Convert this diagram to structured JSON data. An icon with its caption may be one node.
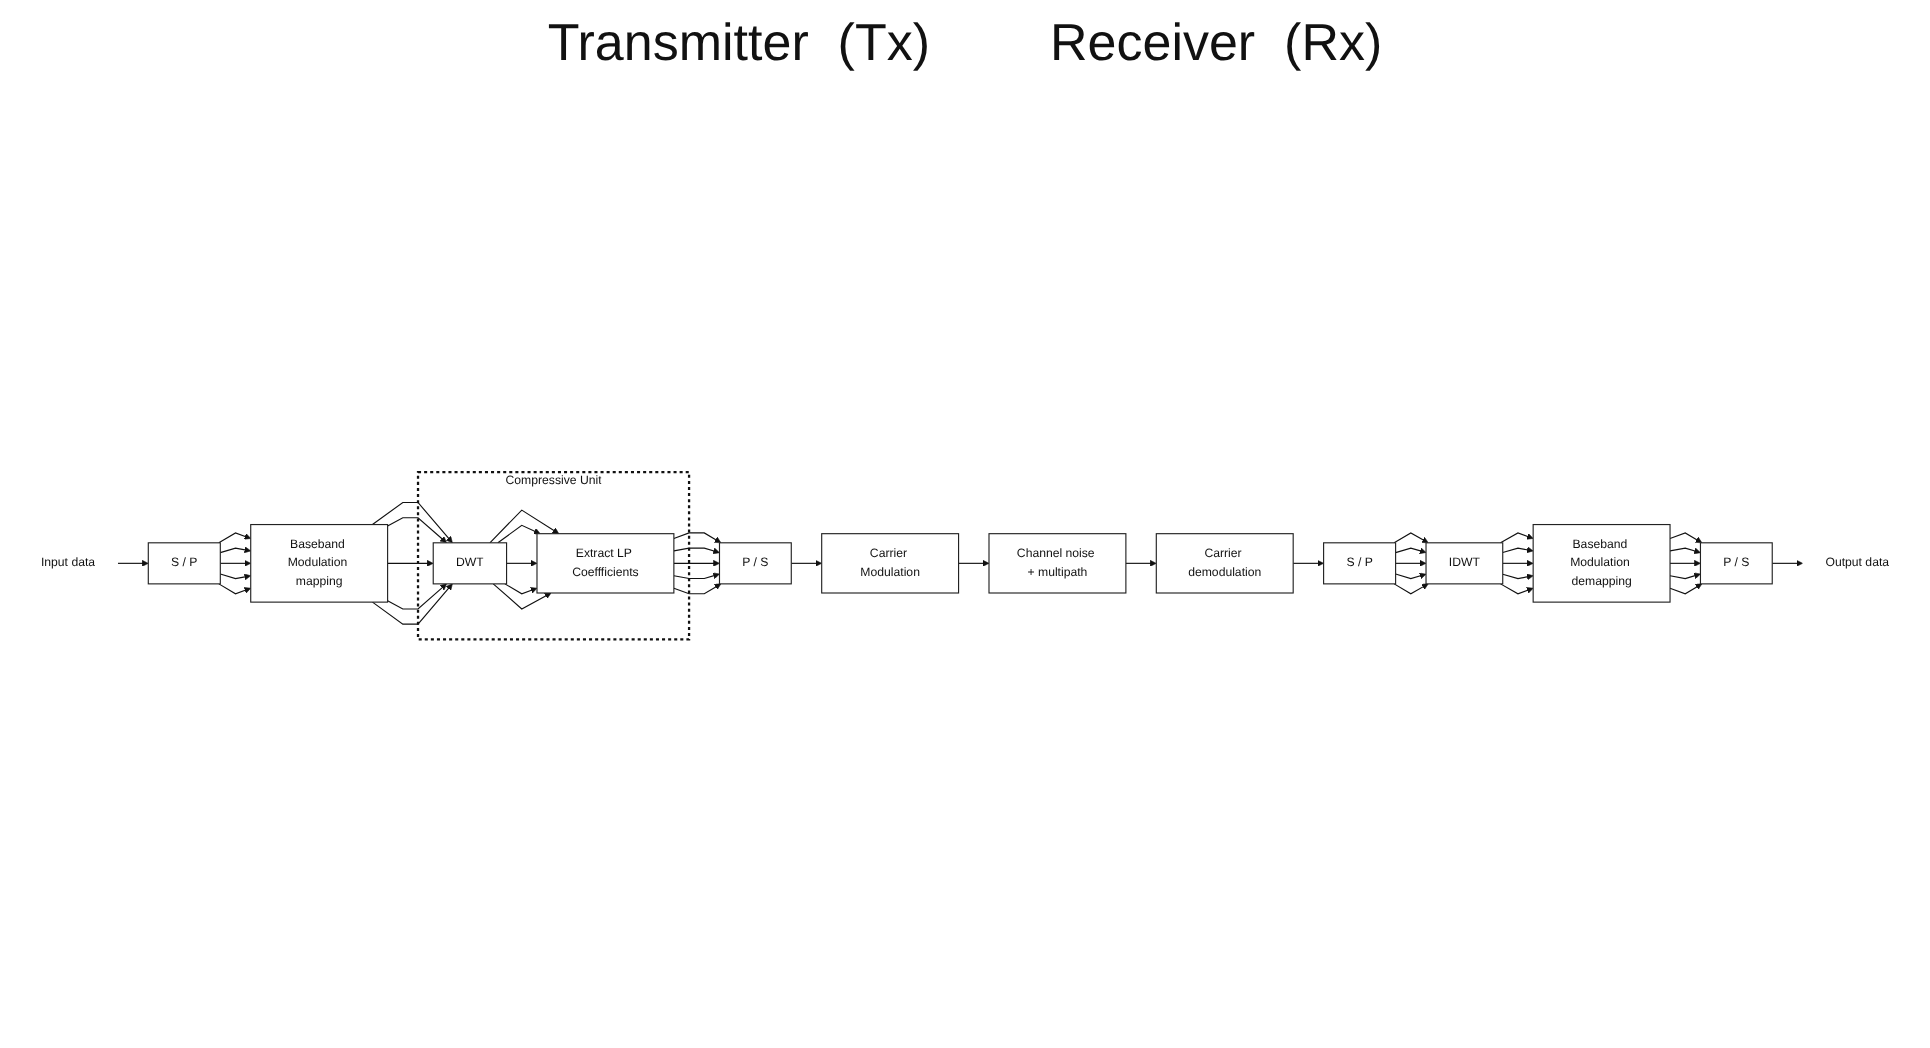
{
  "diagram": {
    "nodes": [
      {
        "text": [
          "Input data"
        ]
      },
      {
        "text": [
          "S / P"
        ]
      },
      {
        "text": [
          "Baseband Modulation mapping"
        ]
      },
      {
        "text": [
          "Compressive Unit"
        ]
      },
      {
        "text": [
          "DWT"
        ],
        "in": 3
      },
      {
        "text": [
          "Extract LP Coeffficients"
        ],
        "in": 3
      },
      {
        "text": [
          "P / S"
        ]
      },
      {
        "text": [
          "Carrier Modulation"
        ]
      },
      {
        "text": [
          "Channel noise + multipath"
        ]
      },
      {
        "text": [
          "Carrier demodulation"
        ]
      },
      {
        "text": [
          "S / P"
        ]
      },
      {
        "text": [
          "IDWT"
        ]
      },
      {
        "text": [
          "Baseband Modulation demapping"
        ]
      },
      {
        "text": [
          "P / S"
        ]
      },
      {
        "text": [
          "Output data"
        ]
      }
    ],
    "edges": [
      {
        "from": 0,
        "to": 1,
        "arrow": "to"
      },
      {
        "from": 1,
        "to": 2,
        "arrow": "to"
      },
      {
        "from": 1,
        "to": 2,
        "arrow": "to"
      },
      {
        "from": 1,
        "to": 2,
        "arrow": "to"
      },
      {
        "from": 1,
        "to": 2,
        "arrow": "to"
      },
      {
        "from": 1,
        "to": 2,
        "arrow": "to"
      },
      {
        "from": 2,
        "to": 4,
        "arrow": "to"
      },
      {
        "from": 2,
        "to": 4,
        "arrow": "to"
      },
      {
        "from": 2,
        "to": 4,
        "arrow": "to"
      },
      {
        "from": 2,
        "to": 4,
        "arrow": "to"
      },
      {
        "from": 2,
        "to": 4,
        "arrow": "to"
      },
      {
        "from": 4,
        "to": 5,
        "arrow": "to"
      },
      {
        "from": 4,
        "to": 5,
        "arrow": "to"
      },
      {
        "from": 4,
        "to": 5,
        "arrow": "to"
      },
      {
        "from": 4,
        "to": 5,
        "arrow": "to"
      },
      {
        "from": 4,
        "to": 5,
        "arrow": "to"
      },
      {
        "from": 5,
        "to": 6,
        "arrow": "to"
      },
      {
        "from": 5,
        "to": 6,
        "arrow": "to"
      },
      {
        "from": 5,
        "to": 6,
        "arrow": "to"
      },
      {
        "from": 5,
        "to": 6,
        "arrow": "to"
      },
      {
        "from": 5,
        "to": 6,
        "arrow": "to"
      },
      {
        "from": 6,
        "to": 7,
        "arrow": "to"
      },
      {
        "from": 7,
        "to": 8,
        "arrow": "to"
      },
      {
        "from": 8,
        "to": 9,
        "arrow": "to"
      },
      {
        "from": 9,
        "to": 10,
        "arrow": "to"
      },
      {
        "from": 10,
        "to": 11,
        "arrow": "to"
      },
      {
        "from": 10,
        "to": 11,
        "arrow": "to"
      },
      {
        "from": 10,
        "to": 11,
        "arrow": "to"
      },
      {
        "from": 10,
        "to": 11,
        "arrow": "to"
      },
      {
        "from": 10,
        "to": 11,
        "arrow": "to"
      },
      {
        "from": 11,
        "to": 12,
        "arrow": "to"
      },
      {
        "from": 11,
        "to": 12,
        "arrow": "to"
      },
      {
        "from": 11,
        "to": 12,
        "arrow": "to"
      },
      {
        "from": 11,
        "to": 12,
        "arrow": "to"
      },
      {
        "from": 11,
        "to": 12,
        "arrow": "to"
      },
      {
        "from": 12,
        "to": 13,
        "arrow": "to"
      },
      {
        "from": 12,
        "to": 13,
        "arrow": "to"
      },
      {
        "from": 12,
        "to": 13,
        "arrow": "to"
      },
      {
        "from": 12,
        "to": 13,
        "arrow": "to"
      },
      {
        "from": 12,
        "to": 13,
        "arrow": "to"
      },
      {
        "from": 13,
        "to": 14,
        "arrow": "to"
      }
    ],
    "labels": [
      "Transmitter  (Tx)",
      "Receiver  (Rx)"
    ]
  }
}
